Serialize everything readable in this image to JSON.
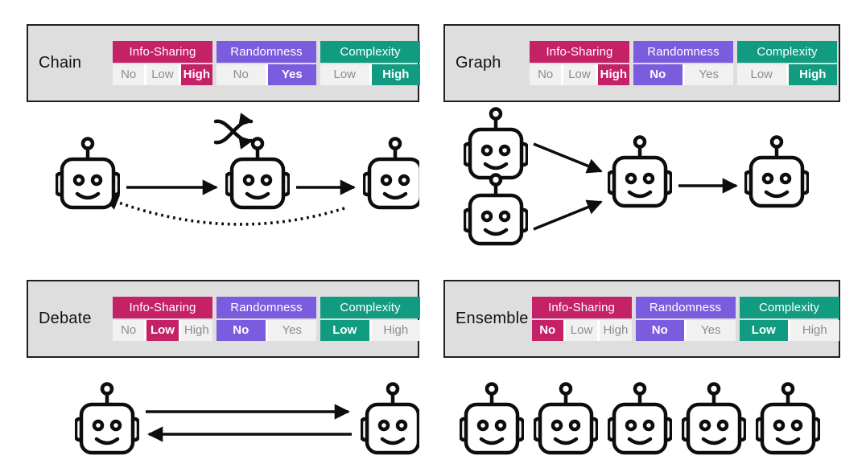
{
  "colors": {
    "info_sharing": "#C42166",
    "randomness": "#7B5CDF",
    "complexity": "#119B80",
    "panel_bg": "#DEDEDE",
    "panel_border": "#1F1F1F",
    "option_bg": "#F1F1F1",
    "option_text": "#8C8C8C",
    "selected_text": "#FFFFFF",
    "ink": "#0D0D0D"
  },
  "attribute_names": [
    "Info-Sharing",
    "Randomness",
    "Complexity"
  ],
  "panels": [
    {
      "label": "Chain",
      "attributes": [
        {
          "name": "Info-Sharing",
          "color": "info_sharing",
          "options": [
            {
              "label": "No",
              "selected": false
            },
            {
              "label": "Low",
              "selected": false
            },
            {
              "label": "High",
              "selected": true
            }
          ]
        },
        {
          "name": "Randomness",
          "color": "randomness",
          "options": [
            {
              "label": "No",
              "selected": false
            },
            {
              "label": "Yes",
              "selected": true
            }
          ]
        },
        {
          "name": "Complexity",
          "color": "complexity",
          "options": [
            {
              "label": "Low",
              "selected": false
            },
            {
              "label": "High",
              "selected": true
            }
          ]
        }
      ],
      "diagram": {
        "type": "chain",
        "robot_count": 3,
        "connections": [
          "agent1→agent2 solid",
          "agent2→agent3 solid",
          "agent3→agent1 dotted feedback"
        ],
        "decoration": "shuffle-arrows-icon above agent2"
      }
    },
    {
      "label": "Graph",
      "attributes": [
        {
          "name": "Info-Sharing",
          "color": "info_sharing",
          "options": [
            {
              "label": "No",
              "selected": false
            },
            {
              "label": "Low",
              "selected": false
            },
            {
              "label": "High",
              "selected": true
            }
          ]
        },
        {
          "name": "Randomness",
          "color": "randomness",
          "options": [
            {
              "label": "No",
              "selected": true
            },
            {
              "label": "Yes",
              "selected": false
            }
          ]
        },
        {
          "name": "Complexity",
          "color": "complexity",
          "options": [
            {
              "label": "Low",
              "selected": false
            },
            {
              "label": "High",
              "selected": true
            }
          ]
        }
      ],
      "diagram": {
        "type": "graph",
        "robot_count": 4,
        "connections": [
          "agent1→agent3 solid",
          "agent2→agent3 solid",
          "agent3→agent4 solid"
        ],
        "decoration": ""
      }
    },
    {
      "label": "Debate",
      "attributes": [
        {
          "name": "Info-Sharing",
          "color": "info_sharing",
          "options": [
            {
              "label": "No",
              "selected": false
            },
            {
              "label": "Low",
              "selected": true
            },
            {
              "label": "High",
              "selected": false
            }
          ]
        },
        {
          "name": "Randomness",
          "color": "randomness",
          "options": [
            {
              "label": "No",
              "selected": true
            },
            {
              "label": "Yes",
              "selected": false
            }
          ]
        },
        {
          "name": "Complexity",
          "color": "complexity",
          "options": [
            {
              "label": "Low",
              "selected": true
            },
            {
              "label": "High",
              "selected": false
            }
          ]
        }
      ],
      "diagram": {
        "type": "debate",
        "robot_count": 2,
        "connections": [
          "agent1→agent2 solid",
          "agent2→agent1 solid"
        ],
        "decoration": ""
      }
    },
    {
      "label": "Ensemble",
      "attributes": [
        {
          "name": "Info-Sharing",
          "color": "info_sharing",
          "options": [
            {
              "label": "No",
              "selected": true
            },
            {
              "label": "Low",
              "selected": false
            },
            {
              "label": "High",
              "selected": false
            }
          ]
        },
        {
          "name": "Randomness",
          "color": "randomness",
          "options": [
            {
              "label": "No",
              "selected": true
            },
            {
              "label": "Yes",
              "selected": false
            }
          ]
        },
        {
          "name": "Complexity",
          "color": "complexity",
          "options": [
            {
              "label": "Low",
              "selected": true
            },
            {
              "label": "High",
              "selected": false
            }
          ]
        }
      ],
      "diagram": {
        "type": "ensemble",
        "robot_count": 5,
        "connections": [],
        "decoration": ""
      }
    }
  ]
}
